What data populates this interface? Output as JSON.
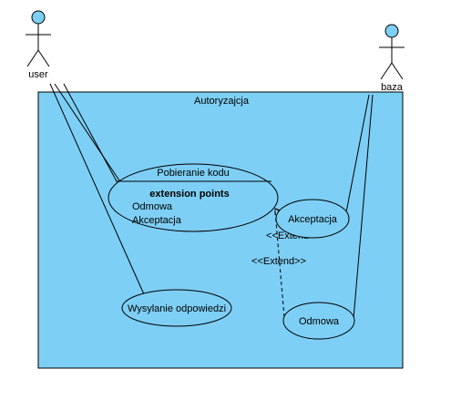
{
  "diagram": {
    "type": "uml-use-case",
    "system": {
      "name": "Autoryzajcja"
    },
    "actors": [
      {
        "id": "user",
        "name": "user"
      },
      {
        "id": "baza",
        "name": "baza"
      }
    ],
    "use_cases": [
      {
        "id": "pobieranie",
        "name": "Pobieranie kodu",
        "extension_points_label": "extension points",
        "extension_points": [
          "Odmowa",
          "Akceptacja"
        ]
      },
      {
        "id": "akceptacja",
        "name": "Akceptacja"
      },
      {
        "id": "wysylanie",
        "name": "Wysylanie odpowiedzi"
      },
      {
        "id": "odmowa",
        "name": "Odmowa"
      }
    ],
    "relations": [
      {
        "type": "association",
        "from": "user",
        "to": "pobieranie"
      },
      {
        "type": "association",
        "from": "user",
        "to": "wysylanie"
      },
      {
        "type": "association",
        "from": "baza",
        "to": "akceptacja"
      },
      {
        "type": "association",
        "from": "baza",
        "to": "odmowa"
      },
      {
        "type": "extend",
        "from": "akceptacja",
        "to": "pobieranie",
        "label": "<<Extend>>"
      },
      {
        "type": "extend",
        "from": "odmowa",
        "to": "pobieranie",
        "label": "<<Extend>>"
      }
    ],
    "colors": {
      "system_fill": "#7ecff5",
      "use_case_fill": "#7ecff5",
      "actor_head": "#7ecff5",
      "line": "#000000"
    }
  }
}
